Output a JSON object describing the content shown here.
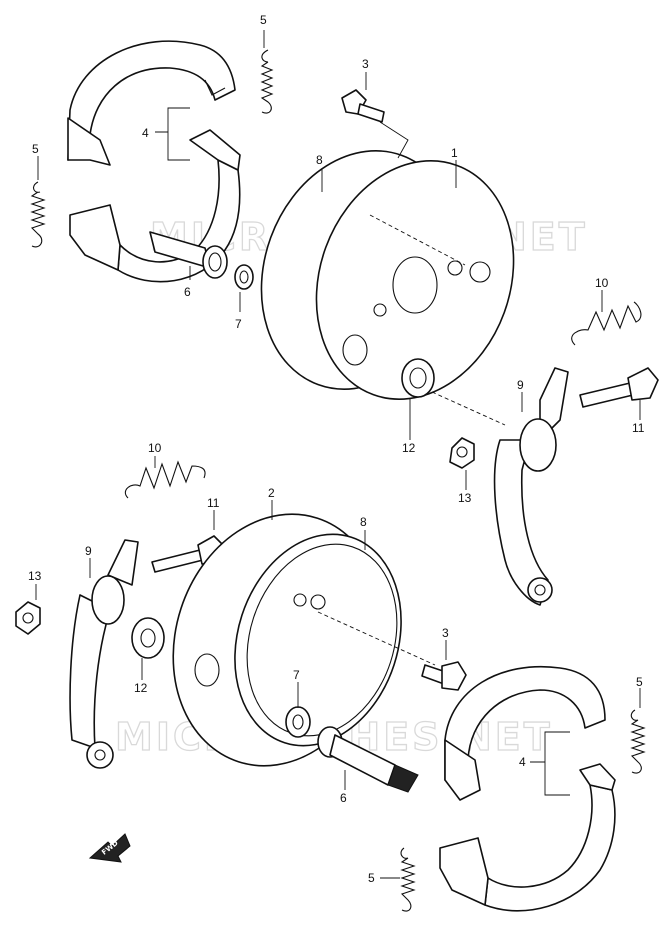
{
  "diagram": {
    "watermark": "MICROFICHES.NET",
    "direction_label": "FWD",
    "callouts": [
      {
        "id": "c5a",
        "text": "5"
      },
      {
        "id": "c3a",
        "text": "3"
      },
      {
        "id": "c4a",
        "text": "4"
      },
      {
        "id": "c5b",
        "text": "5"
      },
      {
        "id": "c8a",
        "text": "8"
      },
      {
        "id": "c1",
        "text": "1"
      },
      {
        "id": "c6a",
        "text": "6"
      },
      {
        "id": "c7a",
        "text": "7"
      },
      {
        "id": "c10a",
        "text": "10"
      },
      {
        "id": "c9a",
        "text": "9"
      },
      {
        "id": "c11a",
        "text": "11"
      },
      {
        "id": "c12a",
        "text": "12"
      },
      {
        "id": "c13a",
        "text": "13"
      },
      {
        "id": "c10b",
        "text": "10"
      },
      {
        "id": "c2",
        "text": "2"
      },
      {
        "id": "c11b",
        "text": "11"
      },
      {
        "id": "c8b",
        "text": "8"
      },
      {
        "id": "c9b",
        "text": "9"
      },
      {
        "id": "c13b",
        "text": "13"
      },
      {
        "id": "c3b",
        "text": "3"
      },
      {
        "id": "c12b",
        "text": "12"
      },
      {
        "id": "c7b",
        "text": "7"
      },
      {
        "id": "c6b",
        "text": "6"
      },
      {
        "id": "c5c",
        "text": "5"
      },
      {
        "id": "c4b",
        "text": "4"
      },
      {
        "id": "c5d",
        "text": "5"
      }
    ]
  }
}
